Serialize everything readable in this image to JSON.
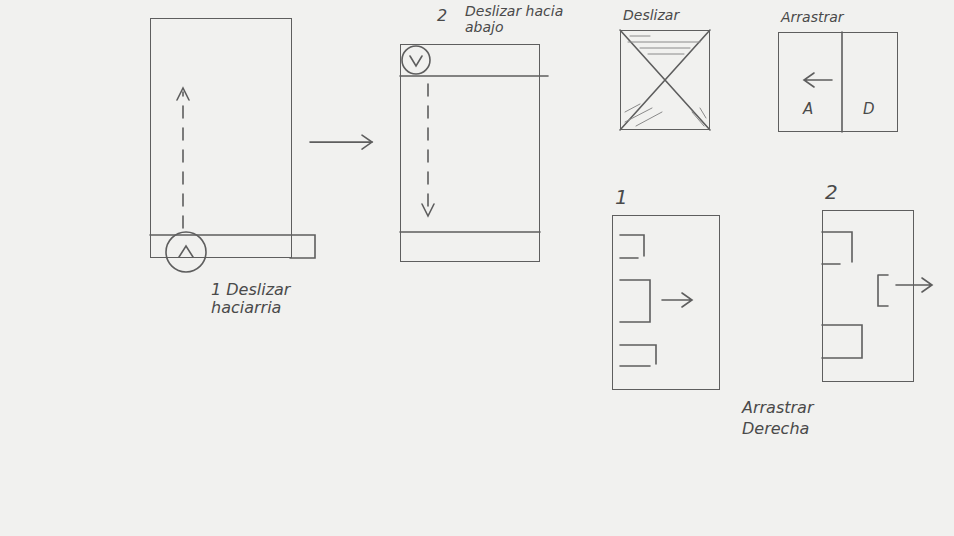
{
  "diagram": {
    "nodes": [
      {
        "text": [
          "1 Deslizar haciarria"
        ]
      },
      {
        "text": [
          "2",
          "Deslizar hacia abajo"
        ]
      },
      {
        "text": [
          "Deslizar"
        ]
      },
      {
        "text": [
          "Arrastrar",
          "A",
          "D"
        ]
      },
      {
        "text": [
          "1"
        ]
      },
      {
        "text": [
          "2"
        ]
      }
    ],
    "edges": [
      {
        "from": 0,
        "to": 1,
        "arrow": "to"
      }
    ],
    "labels": [
      "Arrastrar Derecha"
    ]
  }
}
